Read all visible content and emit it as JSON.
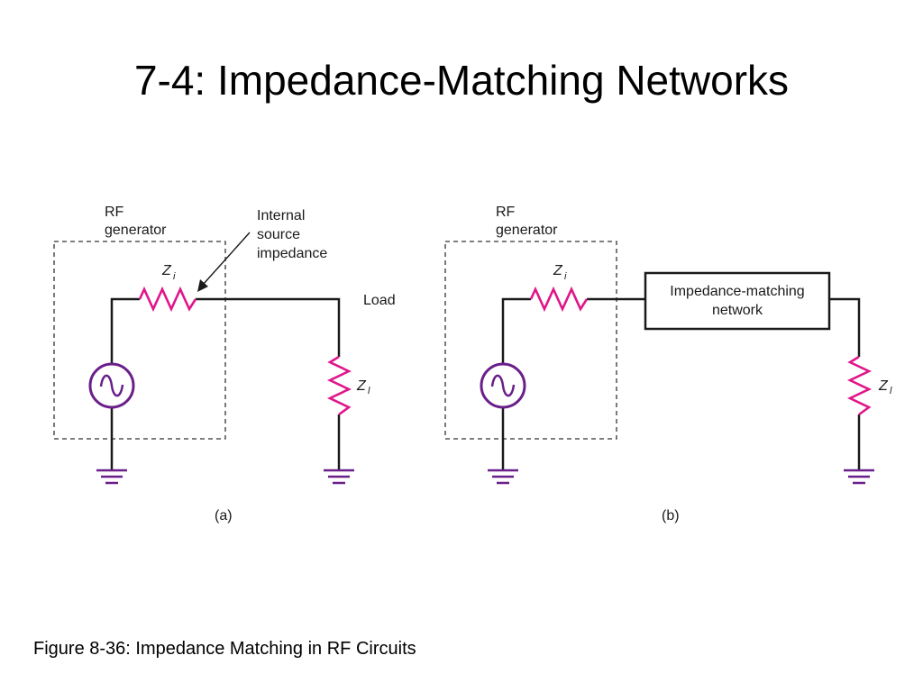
{
  "slide": {
    "title": "7-4: Impedance-Matching Networks",
    "caption": "Figure 8-36: Impedance Matching in RF Circuits"
  },
  "diagram_a": {
    "generator_label_line1": "RF",
    "generator_label_line2": "generator",
    "annotation_line1": "Internal",
    "annotation_line2": "source",
    "annotation_line3": "impedance",
    "source_impedance_symbol": "Z",
    "source_impedance_subscript": "i",
    "load_label": "Load",
    "load_impedance_symbol": "Z",
    "load_impedance_subscript": "l",
    "panel_label": "(a)"
  },
  "diagram_b": {
    "generator_label_line1": "RF",
    "generator_label_line2": "generator",
    "source_impedance_symbol": "Z",
    "source_impedance_subscript": "i",
    "network_label_line1": "Impedance-matching",
    "network_label_line2": "network",
    "load_impedance_symbol": "Z",
    "load_impedance_subscript": "l",
    "panel_label": "(b)"
  },
  "colors": {
    "resistor": "#e0158a",
    "source_and_ground": "#6a1f8a",
    "wire": "#1a1a1a"
  }
}
